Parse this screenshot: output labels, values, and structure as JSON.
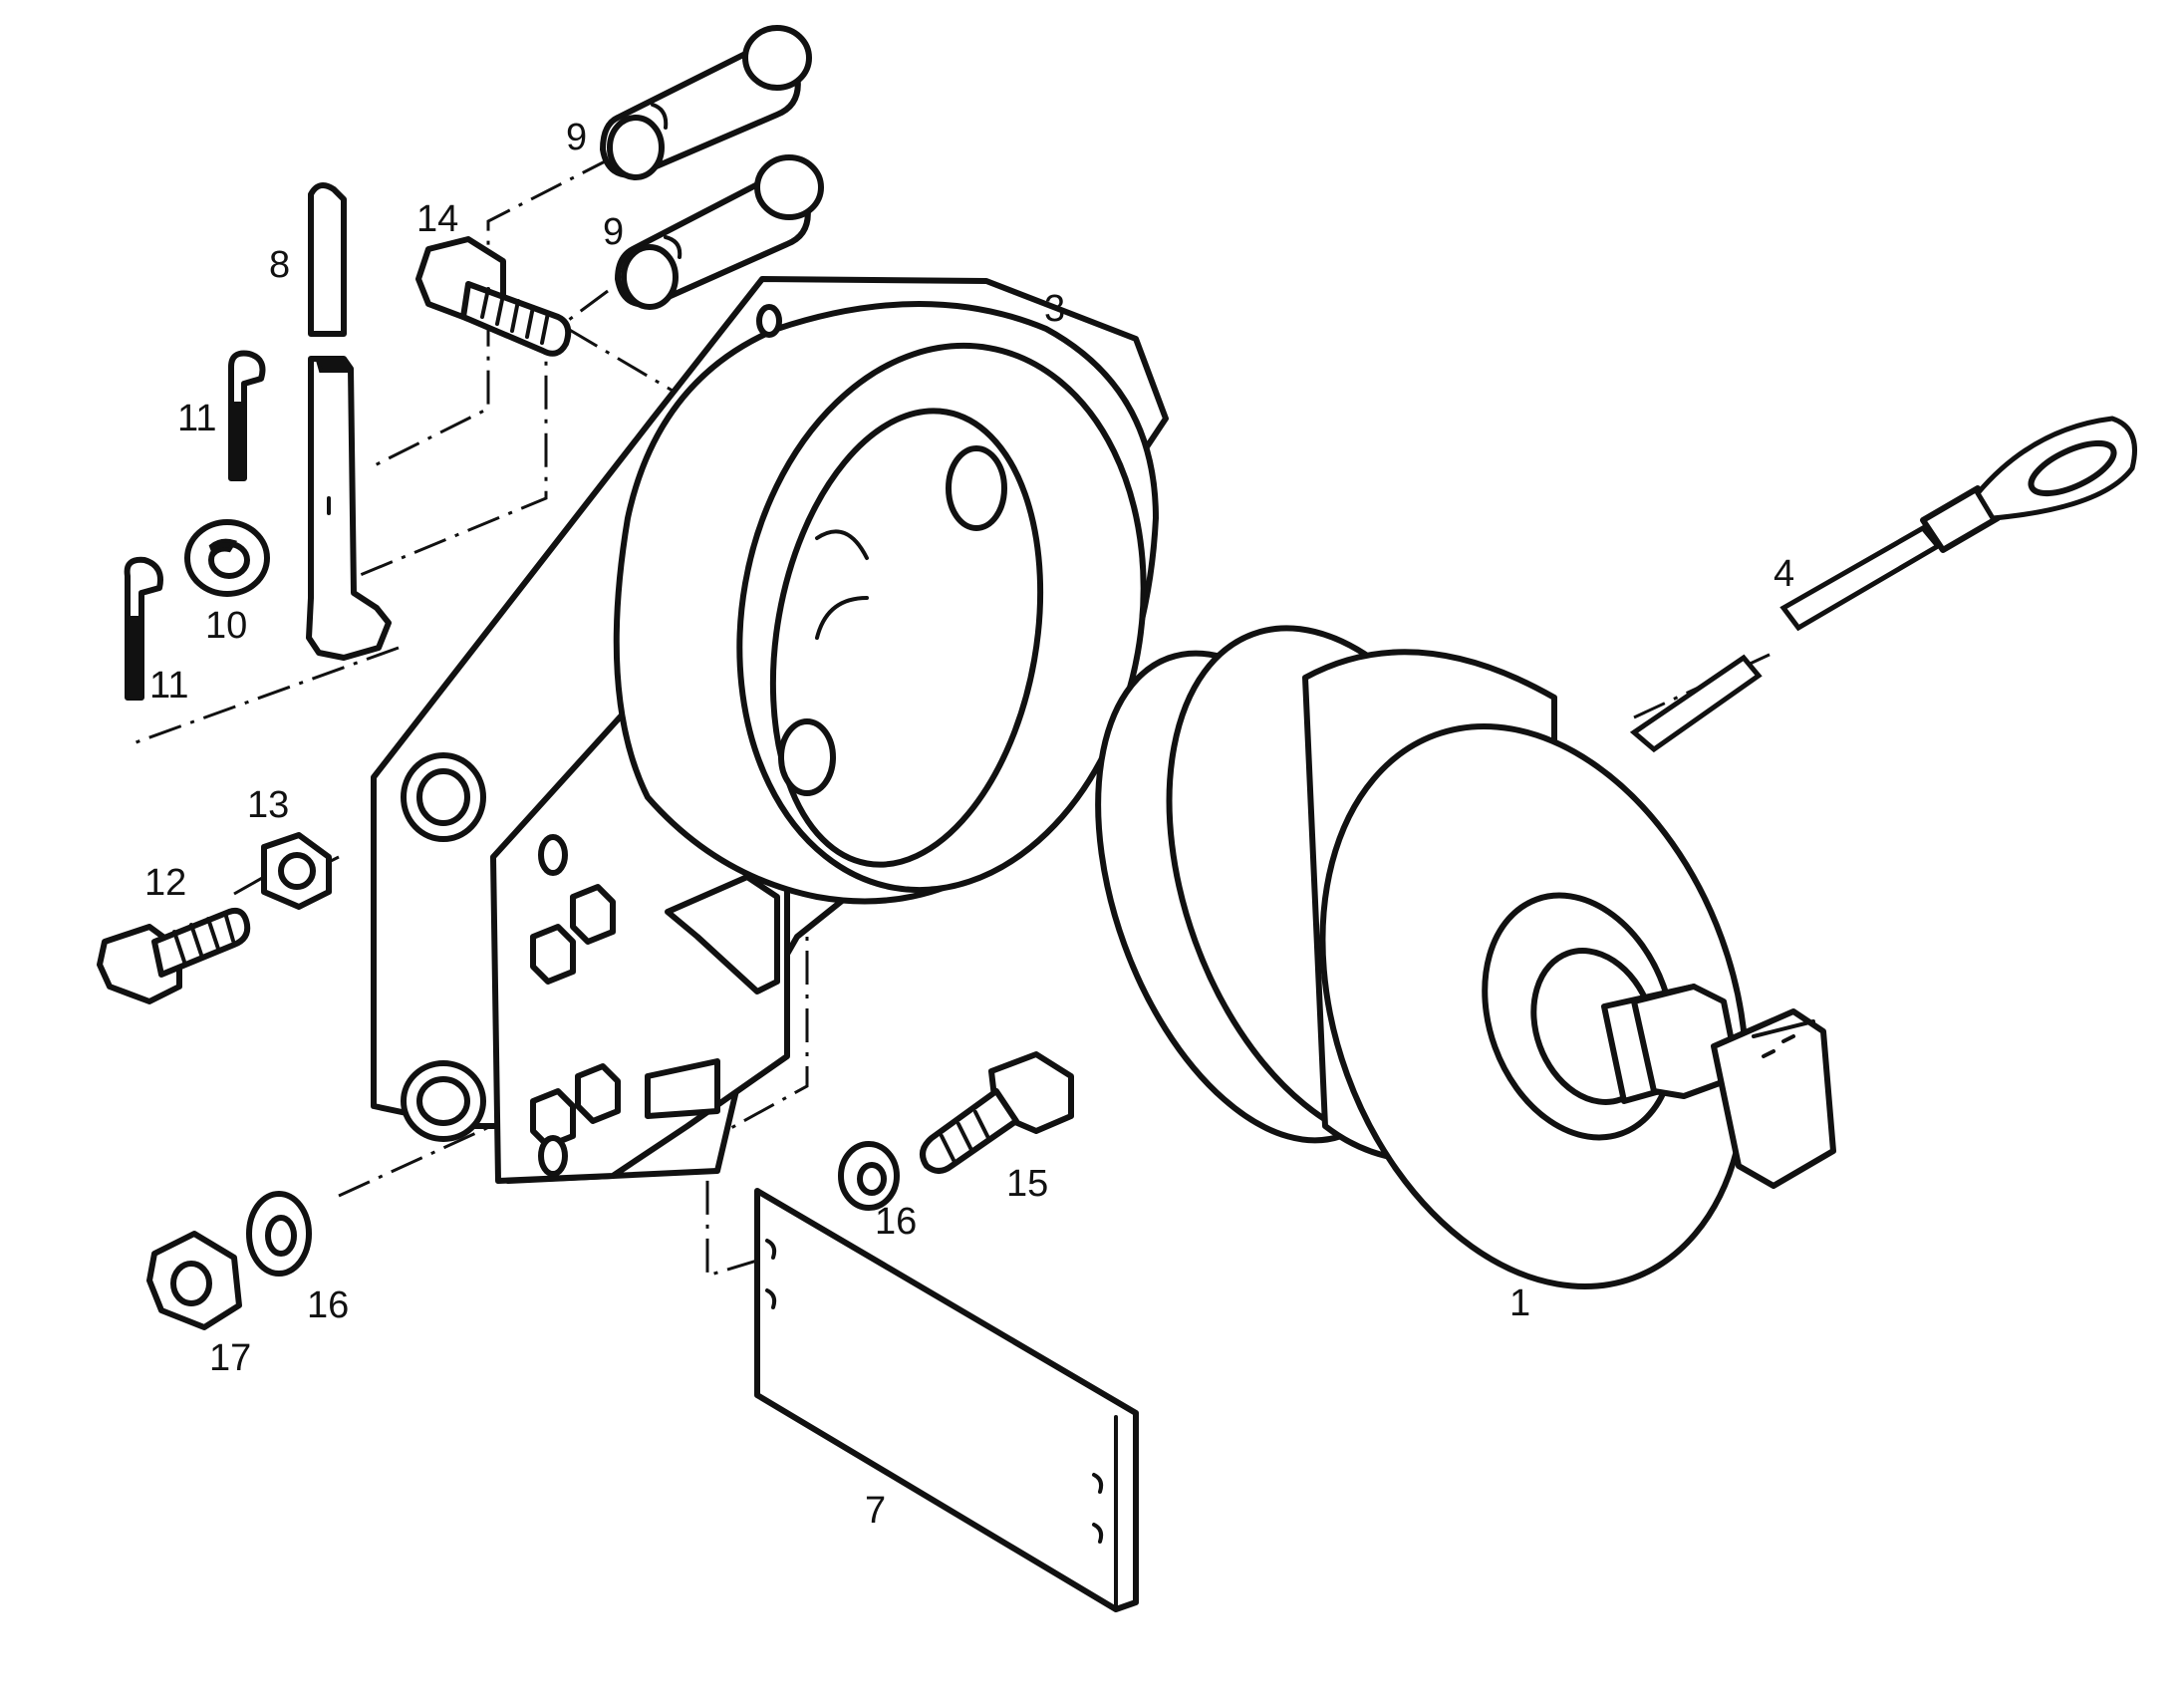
{
  "callouts": {
    "c1": "1",
    "c3": "3",
    "c4": "4",
    "c7": "7",
    "c8": "8",
    "c9a": "9",
    "c9b": "9",
    "c10": "10",
    "c11a": "11",
    "c11b": "11",
    "c12": "12",
    "c13": "13",
    "c14": "14",
    "c15": "15",
    "c16a": "16",
    "c16b": "16",
    "c17": "17"
  },
  "colors": {
    "line": "#111111",
    "background": "#ffffff"
  }
}
